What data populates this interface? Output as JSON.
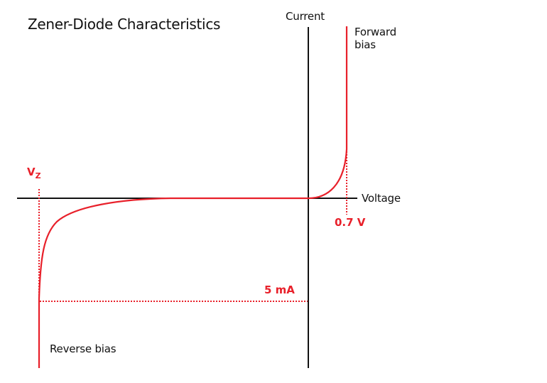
{
  "title": "Zener-Diode Characteristics",
  "axes": {
    "y_label": "Current",
    "x_label": "Voltage"
  },
  "labels": {
    "forward_bias_line1": "Forward",
    "forward_bias_line2": "bias",
    "reverse_bias": "Reverse bias",
    "vz_main": "V",
    "vz_sub": "Z",
    "forward_voltage": "0.7 V",
    "reverse_current": "5 mA"
  },
  "colors": {
    "curve": "#e8202a",
    "axis": "#111111"
  },
  "chart_data": {
    "type": "line",
    "title": "Zener-Diode Characteristics",
    "xlabel": "Voltage",
    "ylabel": "Current",
    "annotations": [
      "Forward bias",
      "Reverse bias",
      "VZ",
      "0.7 V",
      "5 mA"
    ],
    "key_points": {
      "forward_knee_voltage": "0.7 V",
      "zener_breakdown_voltage": "VZ",
      "reverse_current_marker": "5 mA"
    },
    "grid": false
  }
}
